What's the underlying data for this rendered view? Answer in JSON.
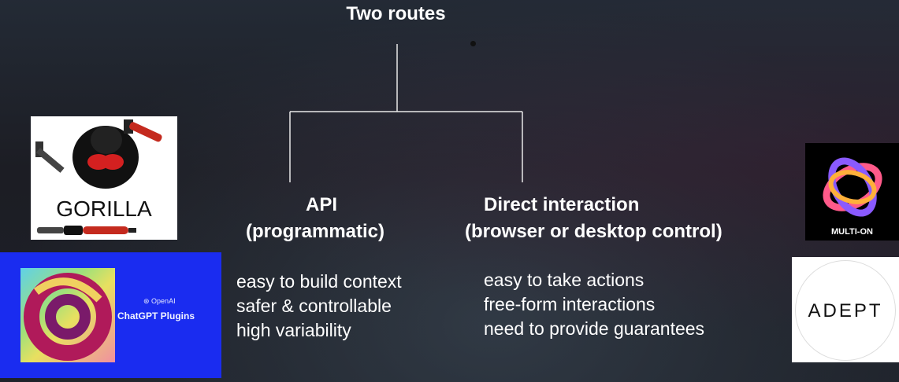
{
  "title": "Two routes",
  "left": {
    "heading_line1": "API",
    "heading_line2": "(programmatic)",
    "points": [
      "easy to build context",
      "safer & controllable",
      "high variability"
    ]
  },
  "right": {
    "heading_line1": "Direct interaction",
    "heading_line2": "(browser or desktop control)",
    "points": [
      "easy to take actions",
      "free-form interactions",
      "need to provide guarantees"
    ]
  },
  "logos": {
    "gorilla": "GORILLA",
    "chatgpt_brand": "OpenAI",
    "chatgpt_product": "ChatGPT Plugins",
    "multion": "MULTI-ON",
    "adept": "ADEPT"
  },
  "colors": {
    "chatgpt_bg": "#1a2cf0",
    "line": "#e8e8e8"
  }
}
